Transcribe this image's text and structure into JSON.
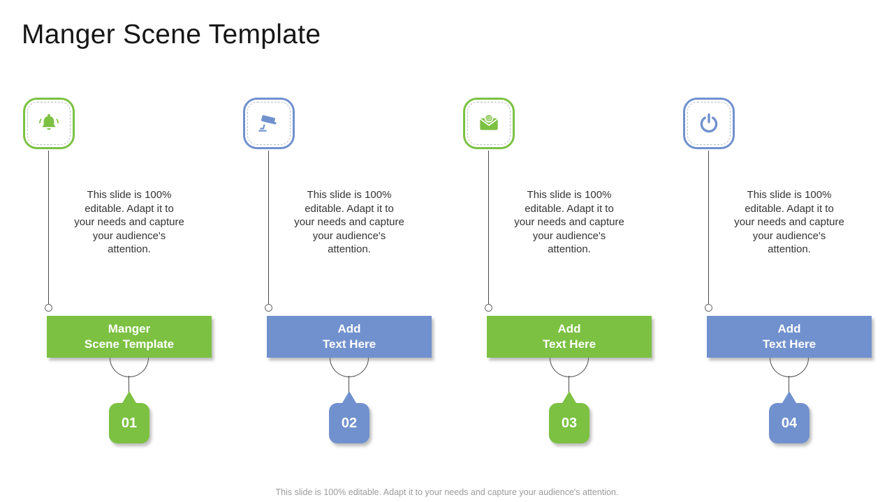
{
  "title": "Manger Scene Template",
  "footer": "This slide is 100% editable. Adapt it to your needs and capture your audience's attention.",
  "colors": {
    "green": "#7CC142",
    "blue": "#7191CE",
    "connector": "#4a4a4a"
  },
  "columns": [
    {
      "icon": "bell-icon",
      "color": "green",
      "description": "This slide is 100% editable. Adapt it to your needs and capture your audience's attention.",
      "banner_line1": "Manger",
      "banner_line2": "Scene Template",
      "number": "01"
    },
    {
      "icon": "cctv-camera-icon",
      "color": "blue",
      "description": "This slide is 100% editable. Adapt it to your needs and capture your audience's attention.",
      "banner_line1": "Add",
      "banner_line2": "Text Here",
      "number": "02"
    },
    {
      "icon": "email-icon",
      "color": "green",
      "description": "This slide is 100% editable. Adapt it to your needs and capture your audience's attention.",
      "banner_line1": "Add",
      "banner_line2": "Text Here",
      "number": "03"
    },
    {
      "icon": "power-icon",
      "color": "blue",
      "description": "This slide is 100% editable. Adapt it to your needs and capture your audience's attention.",
      "banner_line1": "Add",
      "banner_line2": "Text Here",
      "number": "04"
    }
  ]
}
